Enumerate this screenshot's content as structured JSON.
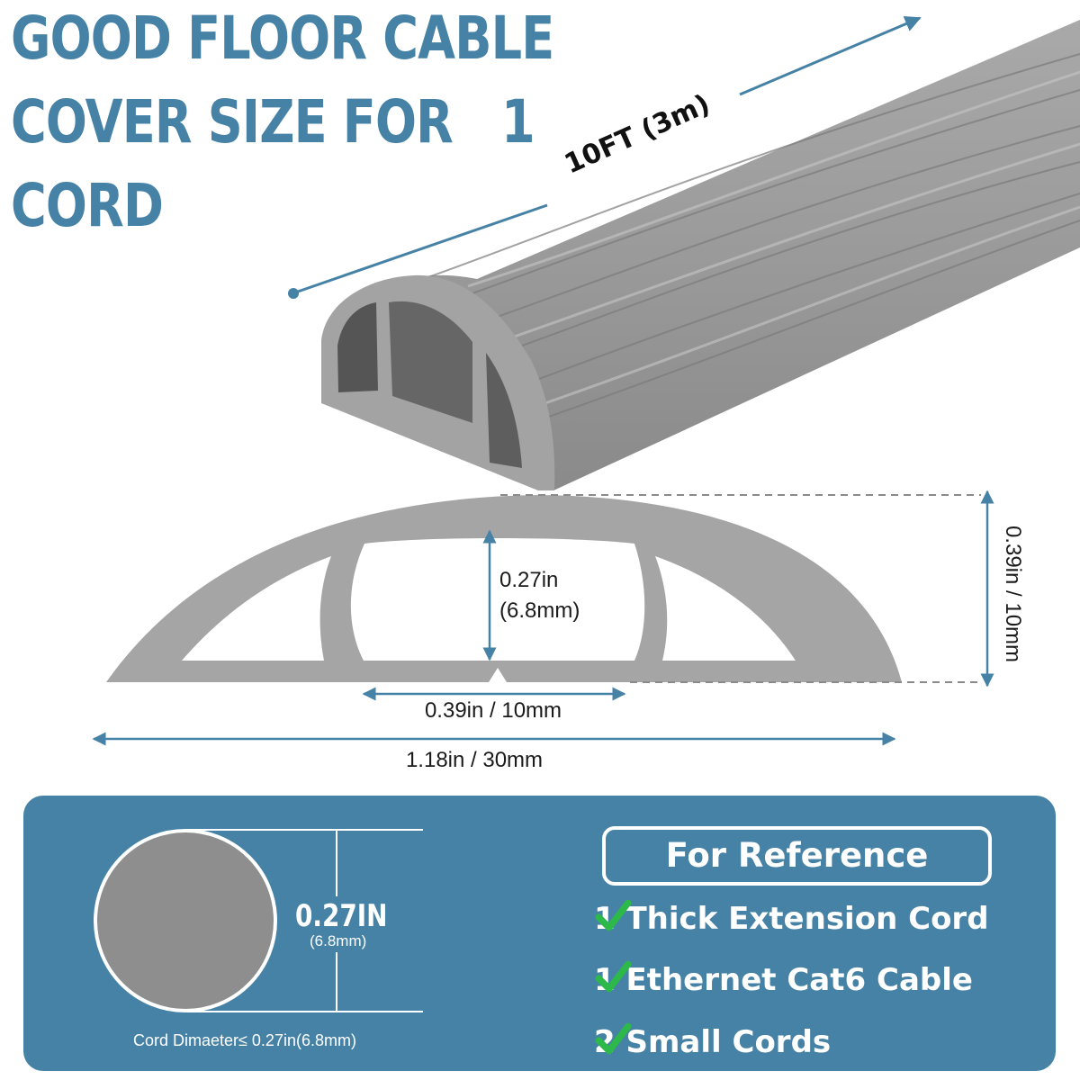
{
  "title": {
    "line1": "GOOD FLOOR CABLE",
    "line2": "COVER SIZE FOR   1",
    "line3": "CORD"
  },
  "length_label": "10FT (3m)",
  "profile_dims": {
    "inner_height": "0.27in",
    "inner_height_mm": "(6.8mm)",
    "total_height": "0.39in / 10mm",
    "inner_width": "0.39in / 10mm",
    "total_width": "1.18in / 30mm"
  },
  "cord": {
    "diameter_in": "0.27IN",
    "diameter_mm": "(6.8mm)",
    "caption": "Cord Dimaeter≤ 0.27in(6.8mm)"
  },
  "reference": {
    "title": "For Reference",
    "items": [
      "1 Thick Extension Cord",
      "1 Ethernet Cat6 Cable",
      "2 Small Cords"
    ]
  },
  "colors": {
    "accent": "#4682A6",
    "profile_gray": "#A5A5A5",
    "check_green": "#2DB84A"
  }
}
